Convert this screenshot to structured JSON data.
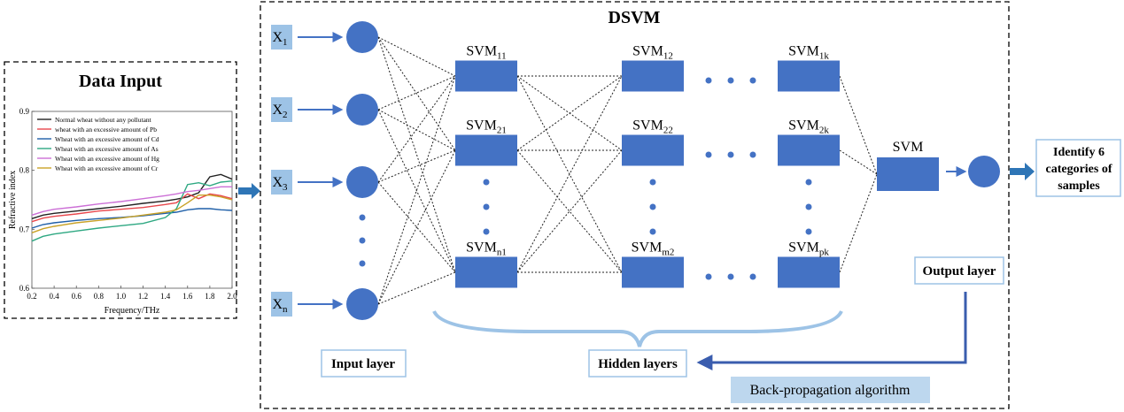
{
  "data_input": {
    "title": "Data Input",
    "chart_data": {
      "type": "line",
      "title": "Data Input",
      "xlabel": "Frequency/THz",
      "ylabel": "Refractive index",
      "xlim": [
        0.2,
        2.0
      ],
      "ylim": [
        0.6,
        0.9
      ],
      "x_ticks": [
        "0.2",
        "0.4",
        "0.6",
        "0.8",
        "1.0",
        "1.2",
        "1.4",
        "1.6",
        "1.8",
        "2.0"
      ],
      "y_ticks": [
        "0.6",
        "0.7",
        "0.8",
        "0.9"
      ],
      "legend_position": "top-left",
      "x": [
        0.2,
        0.3,
        0.4,
        0.6,
        0.8,
        1.0,
        1.2,
        1.4,
        1.5,
        1.6,
        1.7,
        1.8,
        1.9,
        2.0
      ],
      "series": [
        {
          "name": "Normal wheat without any pollutant",
          "color": "#222222",
          "values": [
            0.718,
            0.724,
            0.727,
            0.731,
            0.735,
            0.739,
            0.744,
            0.748,
            0.751,
            0.755,
            0.762,
            0.789,
            0.793,
            0.785
          ]
        },
        {
          "name": "wheat with an excessive amount of Pb",
          "color": "#e8474c",
          "values": [
            0.713,
            0.719,
            0.722,
            0.726,
            0.731,
            0.734,
            0.737,
            0.742,
            0.745,
            0.76,
            0.752,
            0.76,
            0.757,
            0.752
          ]
        },
        {
          "name": "Wheat with an excessive amount of Cd",
          "color": "#1f5fa8",
          "values": [
            0.702,
            0.708,
            0.711,
            0.715,
            0.718,
            0.72,
            0.723,
            0.727,
            0.729,
            0.733,
            0.735,
            0.735,
            0.733,
            0.732
          ]
        },
        {
          "name": "Wheat with an excessive amount of As",
          "color": "#2ea882",
          "values": [
            0.68,
            0.688,
            0.692,
            0.697,
            0.702,
            0.706,
            0.71,
            0.72,
            0.735,
            0.776,
            0.779,
            0.774,
            0.78,
            0.782
          ]
        },
        {
          "name": "Wheat with an excessive amount of Hg",
          "color": "#cc6fd6",
          "values": [
            0.724,
            0.73,
            0.734,
            0.738,
            0.743,
            0.747,
            0.752,
            0.757,
            0.76,
            0.764,
            0.766,
            0.769,
            0.772,
            0.772
          ]
        },
        {
          "name": "Wheat with an excessive amount of Cr",
          "color": "#c9a227",
          "values": [
            0.694,
            0.701,
            0.705,
            0.711,
            0.715,
            0.719,
            0.724,
            0.729,
            0.733,
            0.745,
            0.758,
            0.758,
            0.755,
            0.75
          ]
        }
      ]
    }
  },
  "dsvm": {
    "title": "DSVM",
    "inputs": [
      {
        "base": "X",
        "sub": "1"
      },
      {
        "base": "X",
        "sub": "2"
      },
      {
        "base": "X",
        "sub": "3"
      },
      {
        "base": "X",
        "sub": "n"
      }
    ],
    "svm_nodes": {
      "c1": [
        {
          "base": "SVM",
          "sub": "11"
        },
        {
          "base": "SVM",
          "sub": "21"
        },
        {
          "base": "SVM",
          "sub": "n1"
        }
      ],
      "c2": [
        {
          "base": "SVM",
          "sub": "12"
        },
        {
          "base": "SVM",
          "sub": "22"
        },
        {
          "base": "SVM",
          "sub": "m2"
        }
      ],
      "c3": [
        {
          "base": "SVM",
          "sub": "1k"
        },
        {
          "base": "SVM",
          "sub": "2k"
        },
        {
          "base": "SVM",
          "sub": "pk"
        }
      ]
    },
    "final_svm": "SVM",
    "input_layer_label": "Input layer",
    "hidden_layers_label": "Hidden layers",
    "output_layer_label": "Output layer",
    "backprop_label": "Back-propagation algorithm",
    "output_result": [
      "Identify 6",
      "categories of",
      "samples"
    ]
  },
  "colors": {
    "node_fill": "#4472c4",
    "input_box_fill": "#9dc3e6",
    "backprop_fill": "#bdd7ee",
    "brace": "#9dc3e6"
  }
}
